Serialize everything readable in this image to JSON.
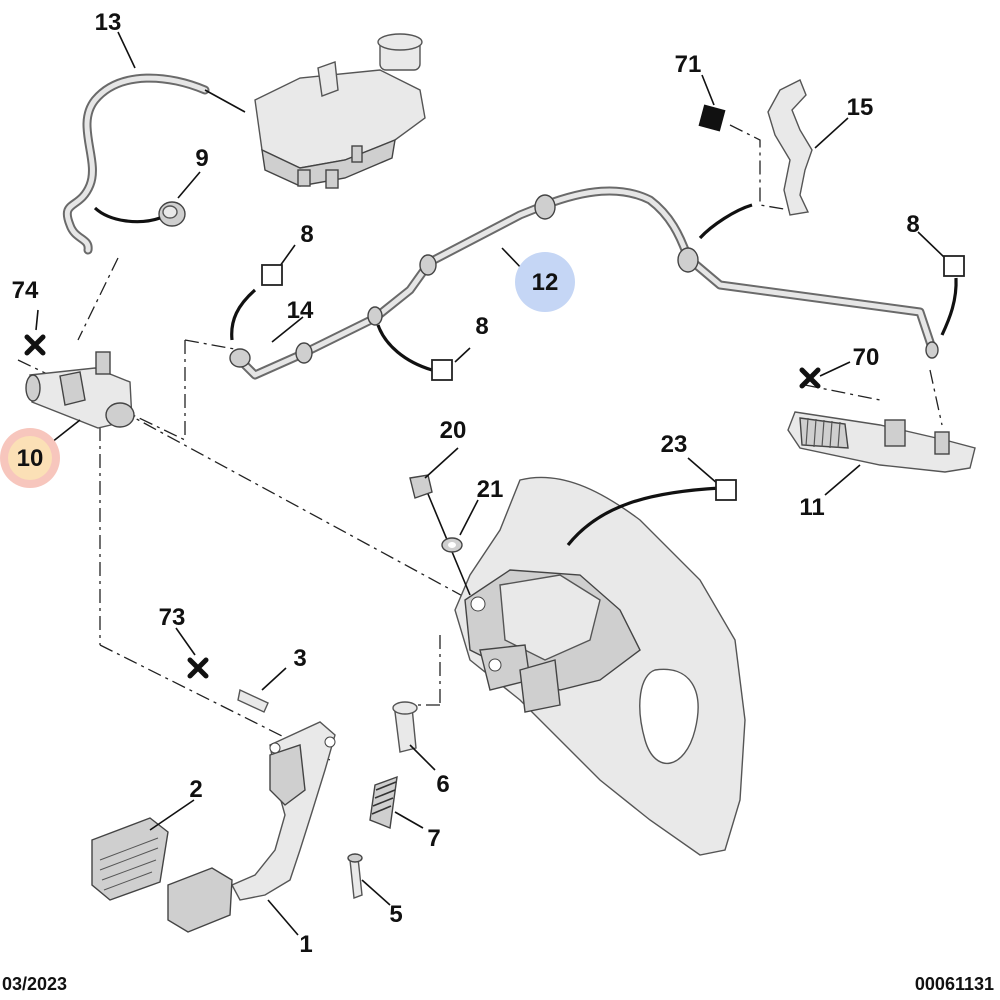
{
  "callouts": {
    "c13": "13",
    "c9": "9",
    "c71": "71",
    "c15": "15",
    "c8a": "8",
    "c8b": "8",
    "c8c": "8",
    "c14": "14",
    "c12": "12",
    "c74": "74",
    "c70": "70",
    "c10": "10",
    "c20": "20",
    "c23": "23",
    "c21": "21",
    "c11": "11",
    "c73": "73",
    "c3": "3",
    "c2": "2",
    "c6": "6",
    "c7": "7",
    "c5": "5",
    "c1": "1"
  },
  "highlights": {
    "c12": "#c5d6f5",
    "c10": "#f7c6bd",
    "c10_inner": "#fbe0b6"
  },
  "footer": {
    "date": "03/2023",
    "code": "00061131"
  }
}
